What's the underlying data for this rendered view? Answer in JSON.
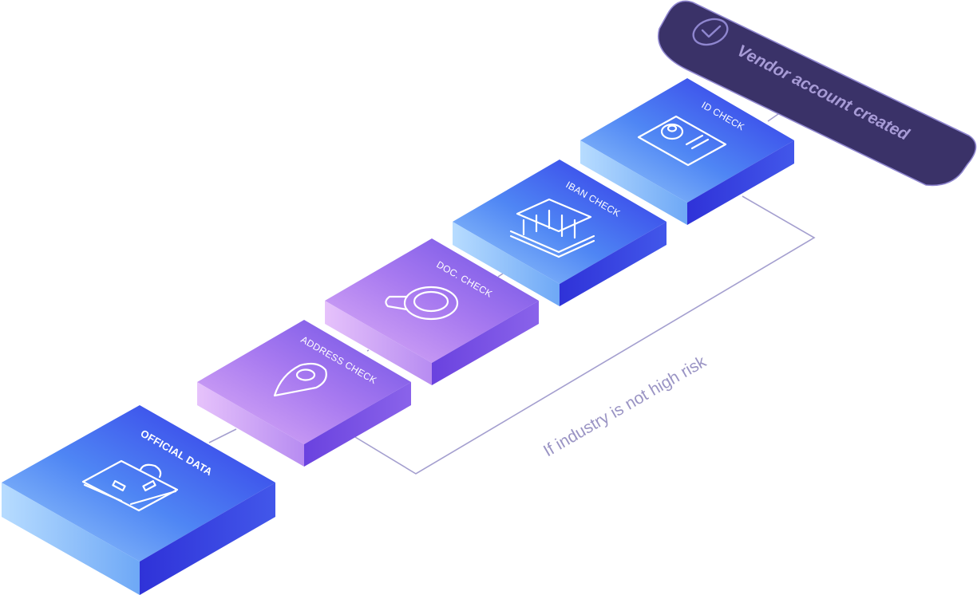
{
  "steps": [
    {
      "id": "official-data",
      "label": "OFFICIAL DATA",
      "icon": "briefcase-icon",
      "theme": "blue"
    },
    {
      "id": "address-check",
      "label": "ADDRESS CHECK",
      "icon": "map-pin-icon",
      "theme": "purple"
    },
    {
      "id": "doc-check",
      "label": "DOC. CHECK",
      "icon": "magnifier-icon",
      "theme": "purple"
    },
    {
      "id": "iban-check",
      "label": "IBAN CHECK",
      "icon": "bank-icon",
      "theme": "blue"
    },
    {
      "id": "id-check",
      "label": "ID CHECK",
      "icon": "id-card-icon",
      "theme": "blue"
    }
  ],
  "badge": {
    "label": "Vendor account created",
    "icon": "check-circle-icon"
  },
  "condition": {
    "label": "If industry is not high risk"
  },
  "colors": {
    "blue_light": "#8fc6fb",
    "blue_dark": "#3a39e8",
    "purple_light": "#d9a6f5",
    "purple_dark": "#7653e6",
    "badge_fill": "#3a3268",
    "badge_stroke": "#8f86cf",
    "connector": "#a49fcf",
    "condition_text": "#9a94c4"
  }
}
